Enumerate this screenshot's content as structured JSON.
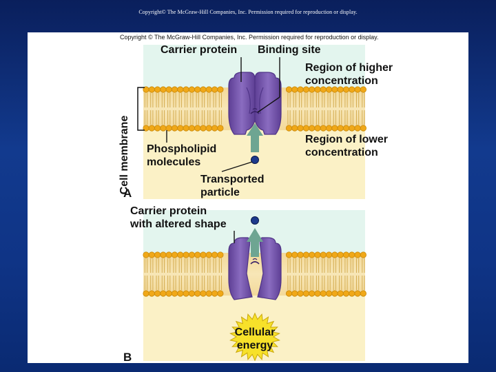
{
  "slide_header": "Copyright© The McGraw-Hill Companies, Inc. Permission required for reproduction or display.",
  "panel_copyright": "Copyright © The McGraw-Hill Companies, Inc. Permission required for reproduction or display.",
  "panel_a": {
    "letter": "A",
    "labels": {
      "carrier_protein": "Carrier protein",
      "binding_site": "Binding site",
      "higher_concentration": "Region of higher\nconcentration",
      "lower_concentration": "Region of lower\nconcentration",
      "cell_membrane": "Cell membrane",
      "phospholipid": "Phospholipid\nmolecules",
      "transported_particle": "Transported\nparticle"
    }
  },
  "panel_b": {
    "letter": "B",
    "labels": {
      "altered_shape": "Carrier protein\nwith altered shape",
      "cellular_energy": "Cellular\nenergy"
    }
  },
  "colors": {
    "slide_background": "#123a8e",
    "extracellular": "#e3f5ee",
    "intracellular": "#fbf1c6",
    "lipid_head": "#f0a818",
    "lipid_tail": "#e2c36a",
    "protein": "#7656a8",
    "protein_dark": "#4f3487",
    "arrow": "#6ea592",
    "particle": "#1d3a8c",
    "energy_star": "#f7e12a"
  }
}
